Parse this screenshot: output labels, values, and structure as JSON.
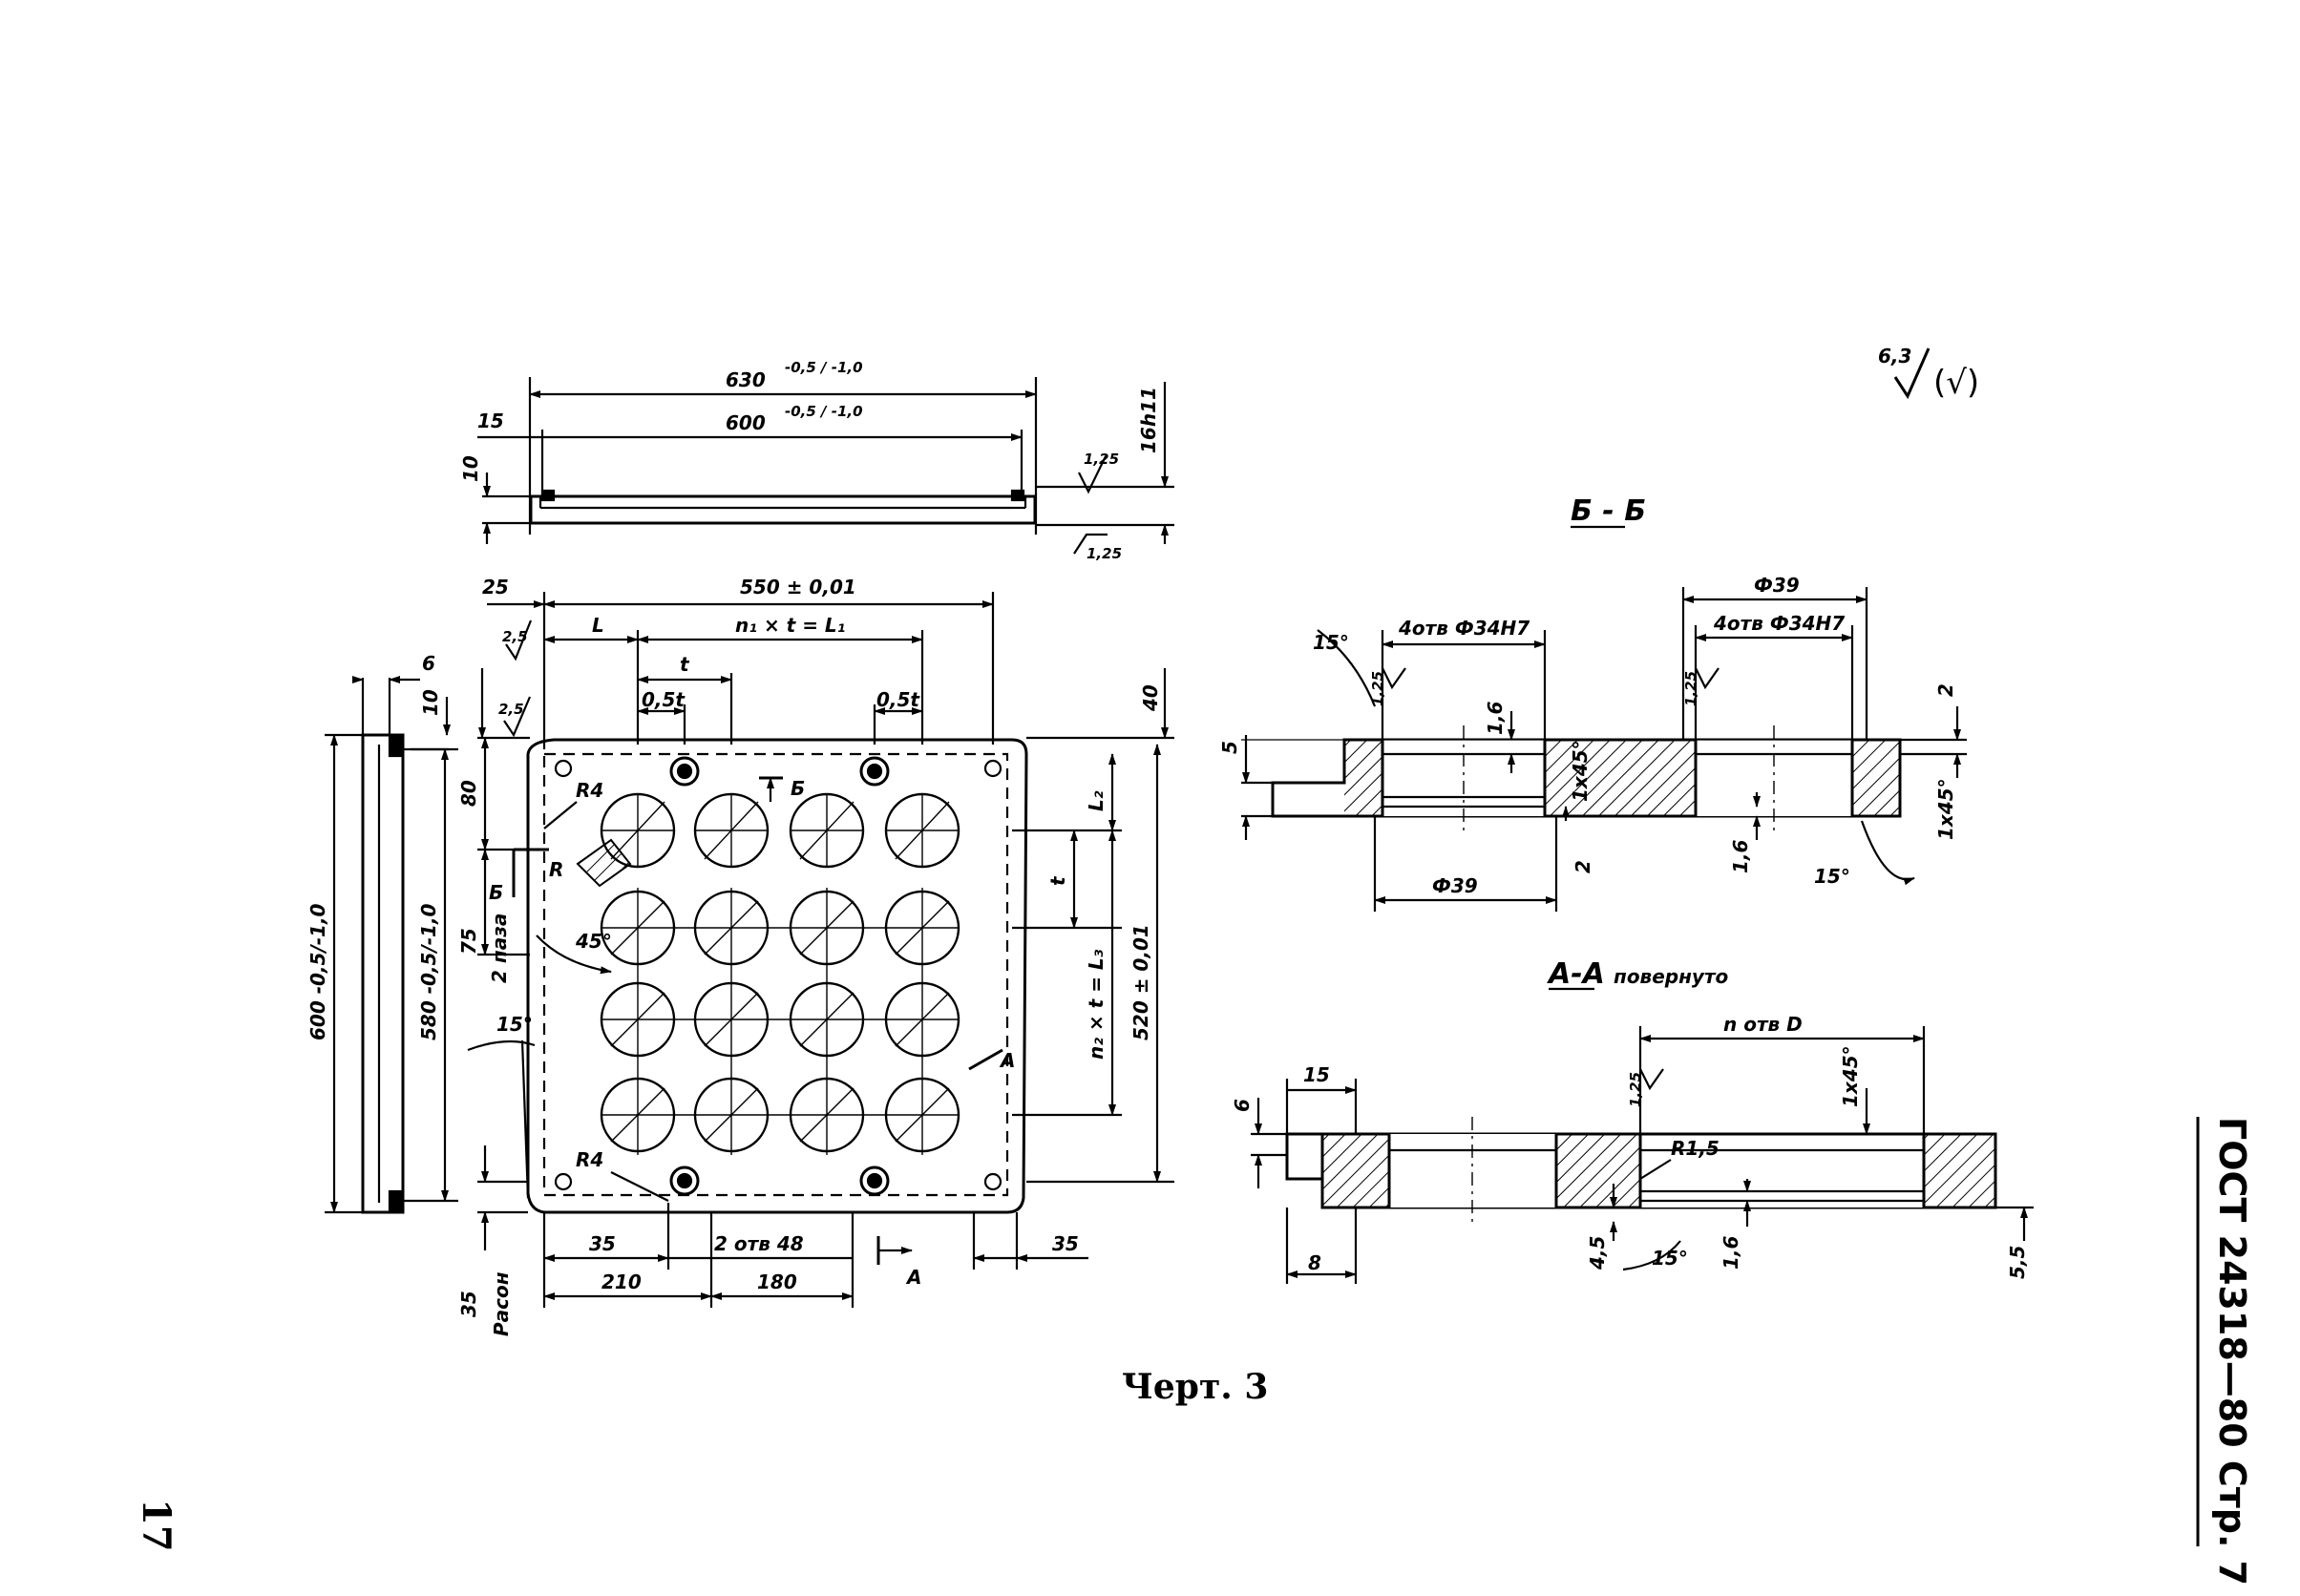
{
  "roughness": {
    "main": "6,3",
    "bracket": "(√)"
  },
  "top_view": {
    "dims": {
      "overall": "630",
      "overall_tol": "-0,5 / -1,0",
      "inner": "600",
      "inner_tol": "-0,5 / -1,0",
      "offset": "15",
      "thickness": "10",
      "height_fit": "16h11",
      "rough_a": "1,25",
      "rough_b": "1,25"
    }
  },
  "plan_view": {
    "labels": {
      "d25": "25",
      "d550": "550 ± 0,01",
      "L": "L",
      "n1": "n₁ × t = L₁",
      "t": "t",
      "half_t_1": "0,5t",
      "half_t_2": "0,5t",
      "d40": "40",
      "d80": "80",
      "R4_top": "R4",
      "R": "R",
      "B_mark": "Б",
      "slots": "2 паза",
      "d75": "75",
      "angle45": "45°",
      "angle15": "15°",
      "L2": "L₂",
      "t_right": "t",
      "n2": "n₂ × t = L₃",
      "d520": "520 ± 0,01",
      "d600": "600 -0,5/-1,0",
      "d580": "580 -0,5/-1,0",
      "d6": "6",
      "d10": "10",
      "R4_bot": "R4",
      "d35l": "35",
      "holes48": "2 отв 48",
      "d35r": "35",
      "A_mark": "A",
      "A_section": "A",
      "d210": "210",
      "d180": "180",
      "d35b": "35",
      "rascon": "Расон",
      "rough_25_a": "2,5",
      "rough_25_b": "2,5",
      "B_arrow": "Б"
    }
  },
  "section_bb": {
    "title": "Б - Б",
    "labels": {
      "angle15a": "15°",
      "holes_left": "4отв Ф34Н7",
      "holes_right": "4отв Ф34Н7",
      "d39_top": "Ф39",
      "d39_bot": "Ф39",
      "d5": "5",
      "d2_a": "2",
      "d2_b": "2",
      "d16": "1,6",
      "d16_b": "1,6",
      "chamfer_a": "1х45°",
      "chamfer_b": "1х45°",
      "angle15b": "15°",
      "rough_a": "1,25",
      "rough_b": "1,25"
    }
  },
  "section_aa": {
    "title": "А-А",
    "title_note": "повернуто",
    "labels": {
      "holes": "n отв D",
      "d15": "15",
      "d6": "6",
      "d8": "8",
      "R15": "R1,5",
      "chamfer": "1х45°",
      "d45": "4,5",
      "angle15": "15°",
      "d16": "1,6",
      "d55": "5,5",
      "rough": "1,25"
    }
  },
  "caption": "Черт. 3",
  "standard": "ГОСТ 24318—80  Стр. 7",
  "page_number": "17"
}
